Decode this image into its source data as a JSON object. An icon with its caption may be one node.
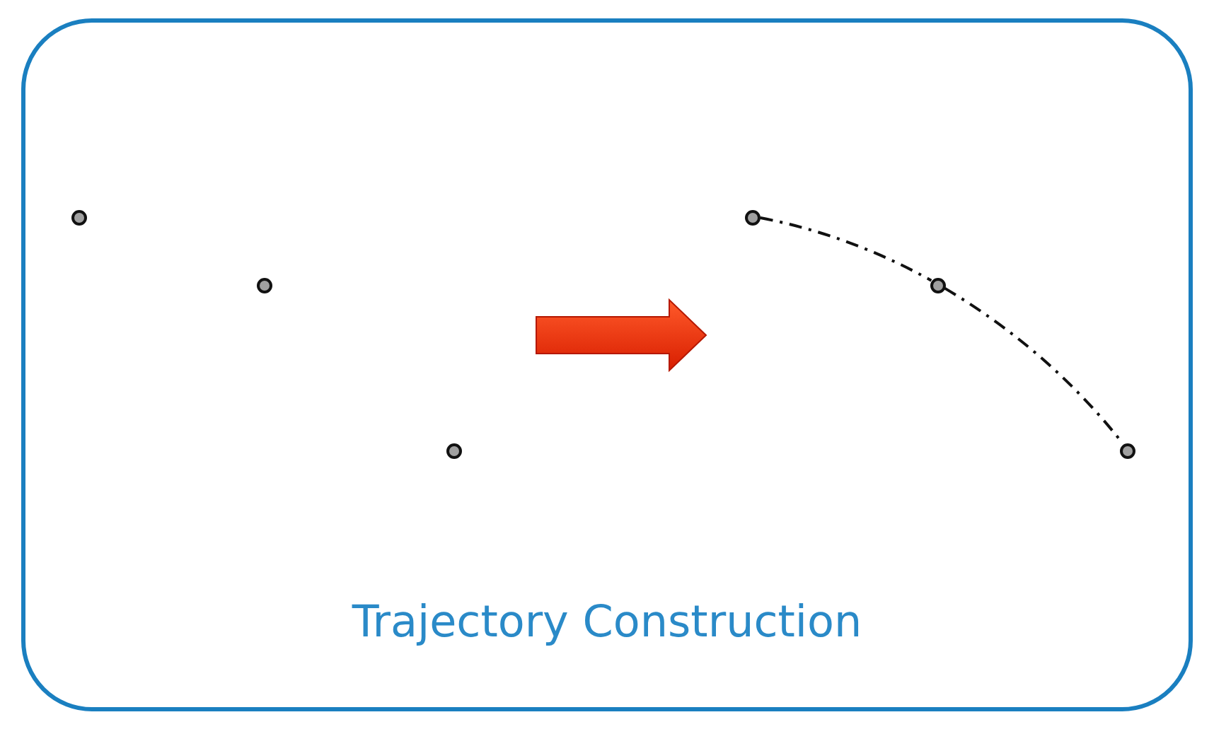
{
  "diagram": {
    "nodes": [
      {
        "text": [
          "Trajectory Construction"
        ]
      },
      {
        "text": [],
        "shape": "circle",
        "in": 0
      },
      {
        "text": [],
        "shape": "circle",
        "in": 0
      },
      {
        "text": [],
        "shape": "circle",
        "in": 0
      },
      {
        "text": [],
        "shape": "circle",
        "in": 0
      },
      {
        "text": [],
        "shape": "circle",
        "in": 0
      },
      {
        "text": [],
        "shape": "circle",
        "in": 0
      }
    ],
    "edges": [
      {
        "from": 4,
        "to": 5,
        "arrow": "none",
        "style": "dashed"
      },
      {
        "from": 5,
        "to": 6,
        "arrow": "none",
        "style": "dashed"
      }
    ]
  }
}
